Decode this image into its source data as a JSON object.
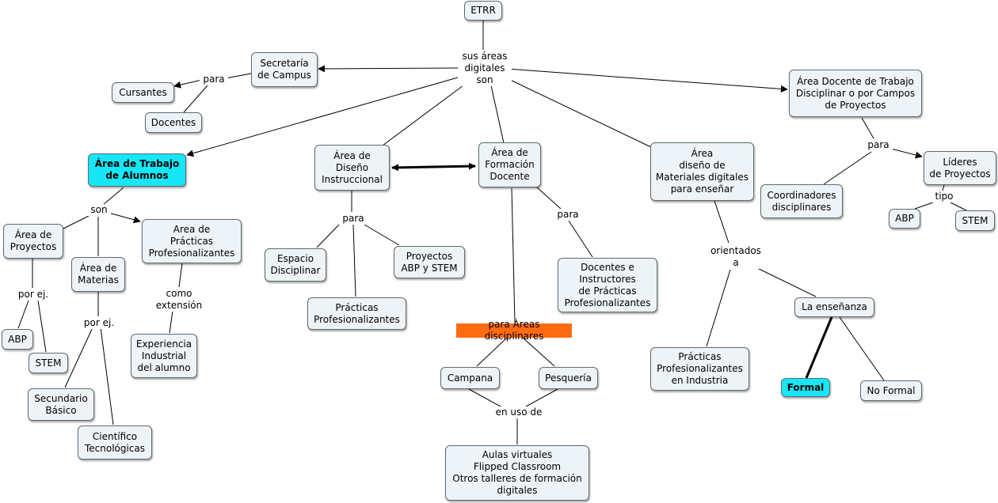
{
  "nodes": {
    "etrr": "ETRR",
    "secretaria": "Secretaría\nde Campus",
    "cursantes": "Cursantes",
    "docentes": "Docentes",
    "area_docente": "Área Docente de Trabajo\nDisciplinar o por Campos\nde Proyectos",
    "lideres": "Líderes\nde Proyectos",
    "coordinadores": "Coordinadores\ndisciplinares",
    "abp_right": "ABP",
    "stem_right": "STEM",
    "area_alumnos": "Área de Trabajo\nde Alumnos",
    "area_proyectos": "Área de\nProyectos",
    "area_materias": "Área de\nMaterias",
    "area_practicas": "Area de\nPrácticas\nProfesionalizantes",
    "abp_left": "ABP",
    "stem_left": "STEM",
    "secundario": "Secundario\nBásico",
    "cientifico": "Científico\nTecnológicas",
    "experiencia": "Experiencia\nIndustrial\ndel alumno",
    "diseno": "Área de\nDiseño\nInstruccional",
    "formacion": "Área de\nFormación\nDocente",
    "espacio": "Espacio\nDisciplinar",
    "proyectos_abp": "Proyectos\nABP y STEM",
    "practicas_prof": "Prácticas\nProfesionalizantes",
    "docentes_instructores": "Docentes e\nInstructores\nde Prácticas\nProfesionalizantes",
    "areas_disciplinares": "para Áreas disciplinares",
    "campana": "Campana",
    "pesqueria": "Pesquería",
    "aulas": "Aulas virtuales\nFlipped Classroom\nOtros talleres de formación\ndigitales",
    "materiales": "Área\ndiseño de\nMateriales digitales\npara enseñar",
    "practicas_industria": "Prácticas\nProfesionalizantes\nen Industria",
    "ensenanza": "La enseñanza",
    "formal": "Formal",
    "no_formal": "No Formal"
  },
  "labels": {
    "sus_areas": "sus áreas\ndigitales\nson",
    "para_secretaria": "para",
    "para_docente": "para",
    "tipo": "tipo",
    "son_alumnos": "son",
    "por_ej_proyectos": "por ej.",
    "por_ej_materias": "por ej.",
    "como_extension": "como\nextensión",
    "para_diseno": "para",
    "para_formacion": "para",
    "en_uso_de": "en uso de",
    "orientados": "orientados\na"
  }
}
